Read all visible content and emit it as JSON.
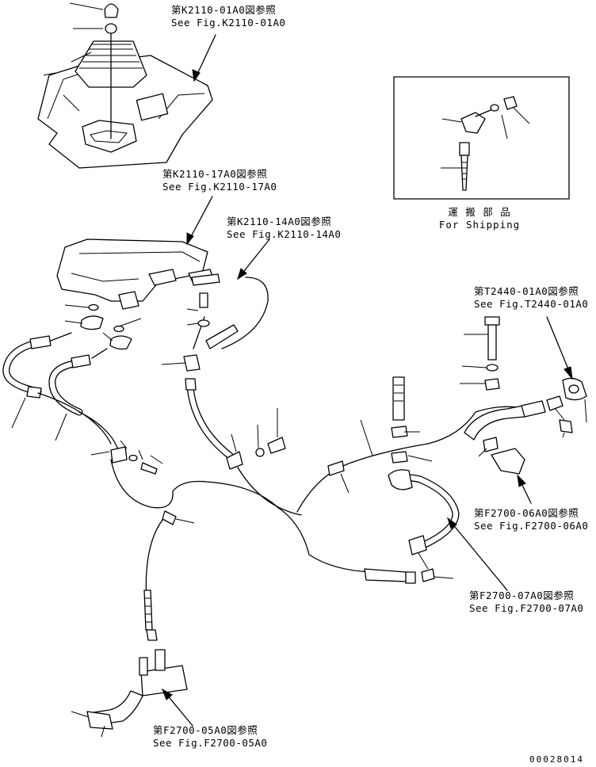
{
  "callouts": [
    {
      "jp": "第K2110-01A0図参照",
      "en": "See Fig.K2110-01A0"
    },
    {
      "jp": "第K2110-17A0図参照",
      "en": "See Fig.K2110-17A0"
    },
    {
      "jp": "第K2110-14A0図参照",
      "en": "See Fig.K2110-14A0"
    },
    {
      "jp": "第T2440-01A0図参照",
      "en": "See Fig.T2440-01A0"
    },
    {
      "jp": "第F2700-06A0図参照",
      "en": "See Fig.F2700-06A0"
    },
    {
      "jp": "第F2700-07A0図参照",
      "en": "See Fig.F2700-07A0"
    },
    {
      "jp": "第F2700-05A0図参照",
      "en": "See Fig.F2700-05A0"
    }
  ],
  "shipping_box": {
    "jp": "運 搬 部 品",
    "en": "For Shipping"
  },
  "document_number": "00028014"
}
